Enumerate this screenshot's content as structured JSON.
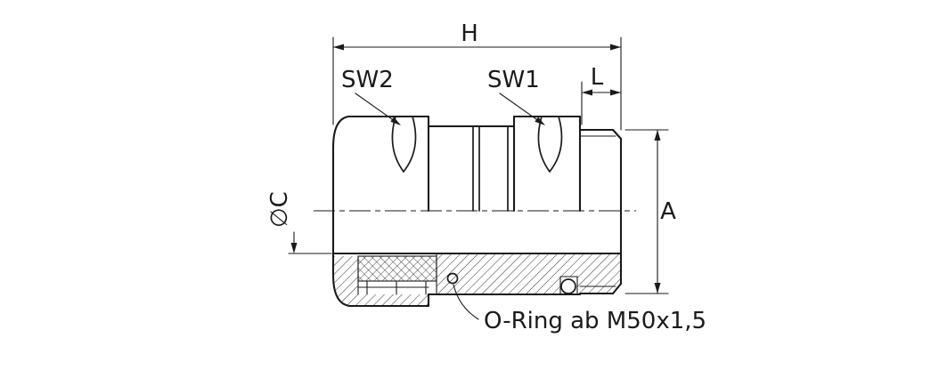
{
  "drawing": {
    "dimension_labels": {
      "h": "H",
      "sw2": "SW2",
      "sw1": "SW1",
      "l": "L",
      "c": "∅C",
      "a": "A"
    },
    "annotations": {
      "oring": "O-Ring ab M50x1,5"
    },
    "colors": {
      "line": "#1a1a1a",
      "background": "#ffffff"
    }
  }
}
